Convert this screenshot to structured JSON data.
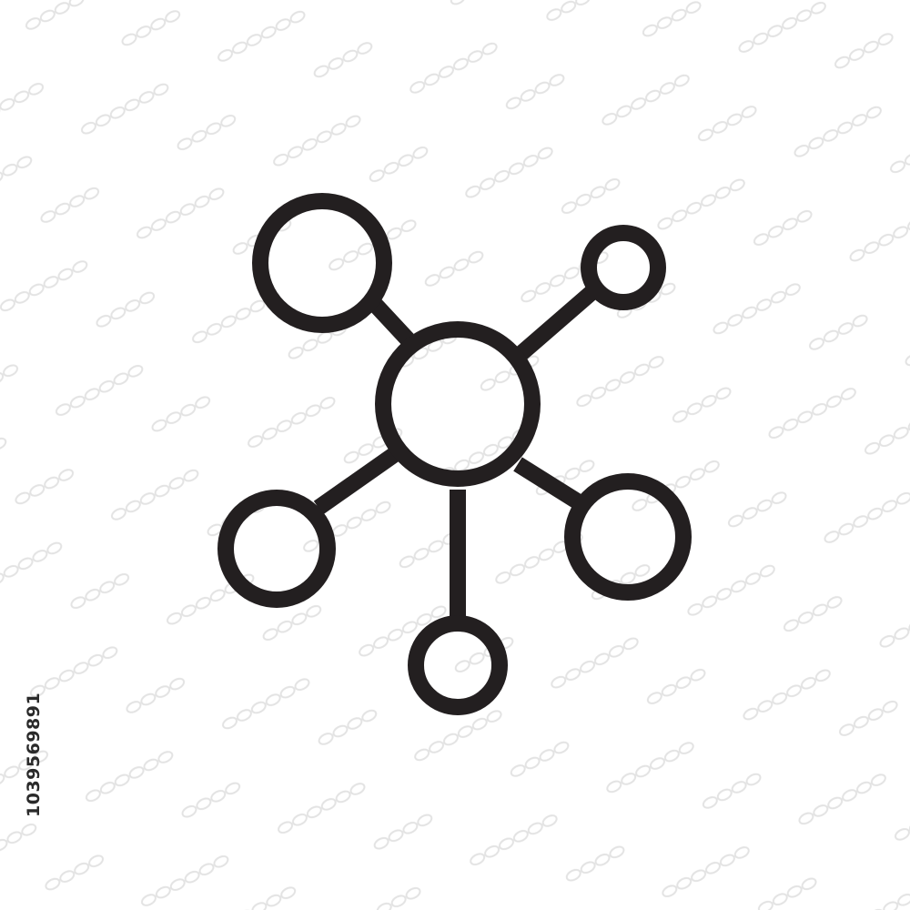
{
  "image_id_text": "1039569891",
  "colors": {
    "background": "#ffffff",
    "stroke": "#231f20",
    "watermark": "#d9d9d9"
  },
  "icon": {
    "name": "network-hub-icon",
    "hub": "central-node",
    "satellites": [
      "satellite-node-top-left",
      "satellite-node-top-right",
      "satellite-node-bottom-left",
      "satellite-node-bottom",
      "satellite-node-bottom-right"
    ]
  }
}
